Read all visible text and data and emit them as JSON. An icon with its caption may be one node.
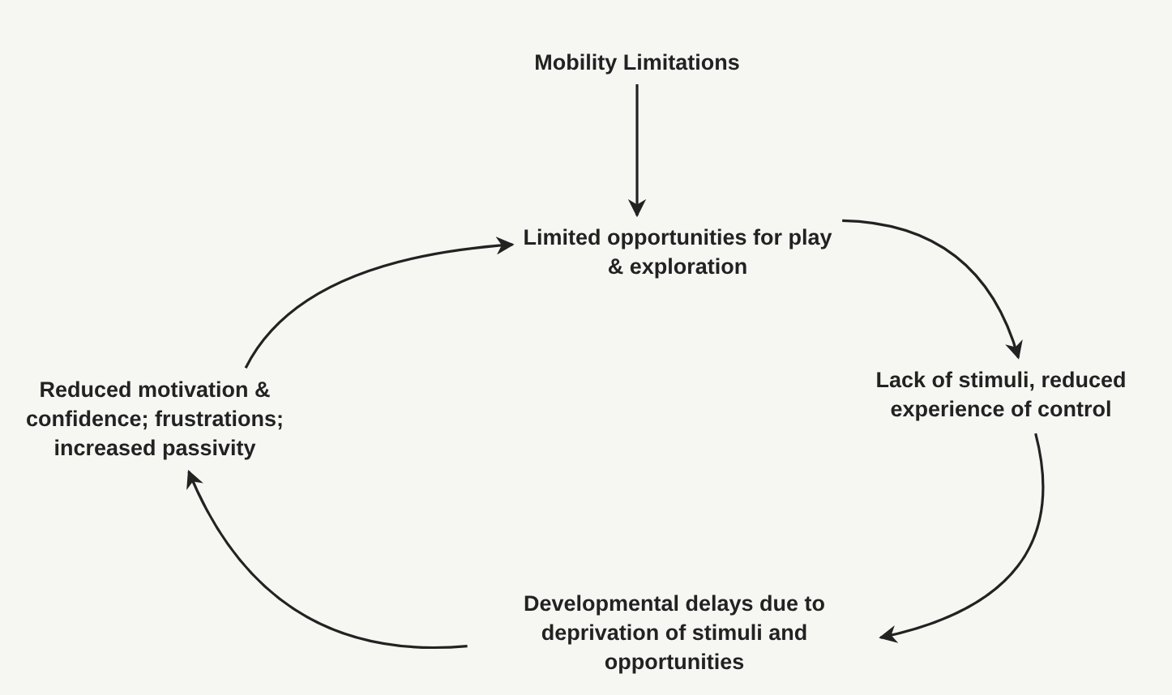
{
  "diagram": {
    "nodes": [
      {
        "text": [
          "Mobility Limitations"
        ]
      },
      {
        "text": [
          "Limited opportunities for play & exploration"
        ]
      },
      {
        "text": [
          "Lack of stimuli, reduced experience of control"
        ]
      },
      {
        "text": [
          "Developmental delays due to deprivation of stimuli and opportunities"
        ]
      },
      {
        "text": [
          "Reduced motivation & confidence; frustrations; increased passivity"
        ]
      }
    ],
    "edges": [
      {
        "from": 0,
        "to": 1,
        "arrow": "to"
      },
      {
        "from": 1,
        "to": 2,
        "arrow": "to"
      },
      {
        "from": 2,
        "to": 3,
        "arrow": "to"
      },
      {
        "from": 3,
        "to": 4,
        "arrow": "to"
      },
      {
        "from": 4,
        "to": 1,
        "arrow": "to"
      }
    ]
  }
}
